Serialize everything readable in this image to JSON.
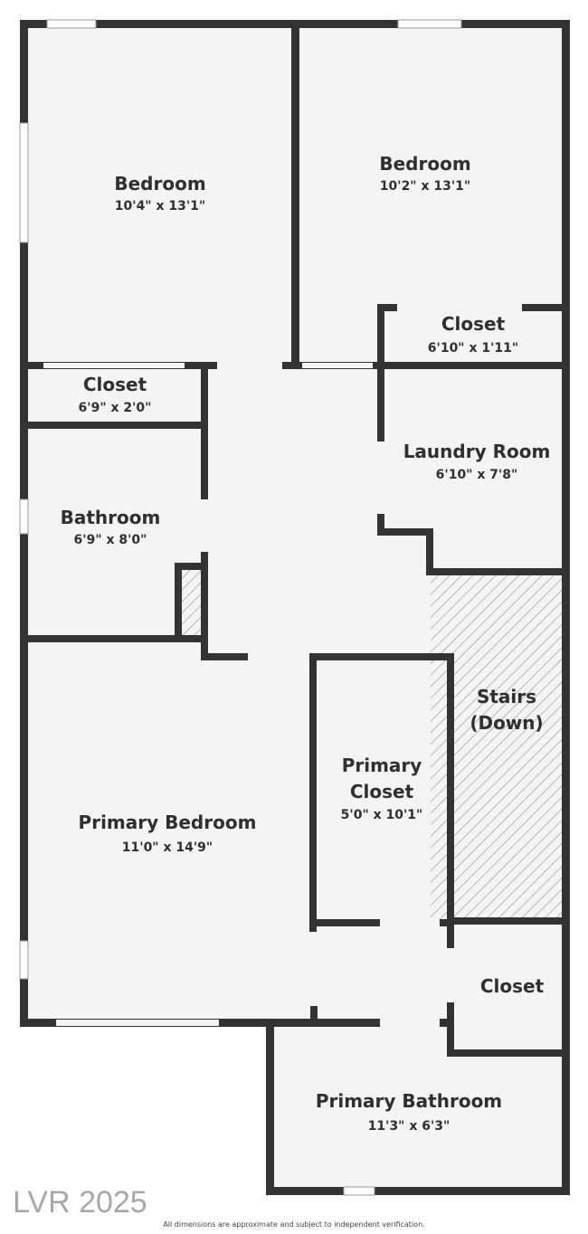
{
  "rooms": {
    "bedroom_left": {
      "name": "Bedroom",
      "dims": "10'4\" x 13'1\""
    },
    "bedroom_right": {
      "name": "Bedroom",
      "dims": "10'2\" x 13'1\""
    },
    "closet_right": {
      "name": "Closet",
      "dims": "6'10\" x 1'11\""
    },
    "closet_left": {
      "name": "Closet",
      "dims": "6'9\" x 2'0\""
    },
    "laundry": {
      "name": "Laundry Room",
      "dims": "6'10\" x 7'8\""
    },
    "bathroom": {
      "name": "Bathroom",
      "dims": "6'9\" x 8'0\""
    },
    "stairs": {
      "line1": "Stairs",
      "line2": "(Down)"
    },
    "primary_closet": {
      "line1": "Primary",
      "line2": "Closet",
      "dims": "5'0\" x 10'1\""
    },
    "primary_bedroom": {
      "name": "Primary Bedroom",
      "dims": "11'0\" x 14'9\""
    },
    "closet_small": {
      "name": "Closet"
    },
    "primary_bathroom": {
      "name": "Primary Bathroom",
      "dims": "11'3\" x 6'3\""
    }
  },
  "watermark": "LVR 2025",
  "disclaimer": "All dimensions are approximate and subject to independent verification.",
  "colors": {
    "wall": "#333333",
    "floor": "#f4f4f4",
    "text": "#2f2f2f"
  }
}
